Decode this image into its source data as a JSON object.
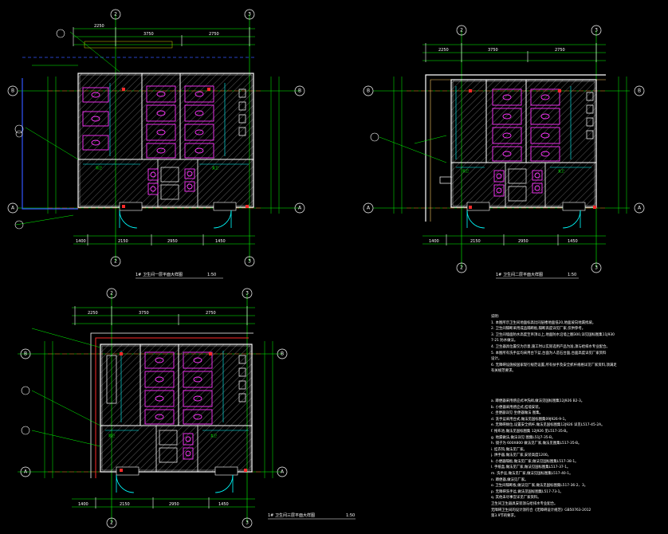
{
  "plans": [
    {
      "id": "plan1",
      "title": "1# 卫生间一层平面大样图",
      "scale": "1:50",
      "axis_top": [
        "2",
        "3"
      ],
      "axis_side": [
        "B",
        "A"
      ],
      "dims_top": [
        "2250",
        "3750",
        "2750"
      ],
      "dims_bottom": [
        "1400",
        "2150",
        "2950",
        "1450"
      ],
      "room_labels": [
        "男卫",
        "女卫"
      ]
    },
    {
      "id": "plan2",
      "title": "1# 卫生间二层平面大样图",
      "scale": "1:50",
      "axis_top": [
        "2",
        "3"
      ],
      "axis_side": [
        "B",
        "A"
      ],
      "dims_top": [
        "2250",
        "3750",
        "2750"
      ],
      "dims_bottom": [
        "1400",
        "2150",
        "2950",
        "1450"
      ],
      "room_labels": [
        "男卫",
        "女卫"
      ]
    },
    {
      "id": "plan3",
      "title": "1# 卫生间三层平面大样图",
      "scale": "1:50",
      "axis_top": [
        "2",
        "3"
      ],
      "axis_side": [
        "B",
        "A"
      ],
      "dims_top": [
        "2250",
        "3750",
        "2750"
      ],
      "dims_bottom": [
        "1400",
        "2150",
        "2950",
        "1450"
      ],
      "room_labels": [
        "男卫",
        "女卫"
      ]
    }
  ],
  "notes": {
    "heading": "说明:",
    "items": [
      "1. 本图所示卫生间地面标高比同层楼地面低20,地面坡向地漏找坡。",
      "2. 卫生间隔断采用成品隔断板,隔断高度详见厂家,仅供参考。",
      "3. 卫生间墙面防水高度至吊顶以上,地面防水沿墙上翻300,详见国标图集11J930",
      "   7-21 防水做法。",
      "4. 卫生器具位置仅为示意,施工时以实际选用产品为准,须与给排水专业配合。",
      "5. 本图所有洗手盆均采用台下盆,台面为人造石台面,台面高度详见厂家资料",
      "   设计。",
      "6. 无障碍设施按国家现行规范设置,所有扶手及安全抓杆规格详见厂家资料,须满足",
      "   有关规范要求。"
    ],
    "list": [
      "a. 蹲便器采用感应式冲洗阀,做法见国标图集12J926 B2-3。",
      "b. 小便器采用感应式,挂墙安装。",
      "c. 坐便器详见 坐便器做法 图集。",
      "d. 洗手盆采用台式,做法见国标图集09J926-9-1。",
      "e. 无障碍厕位,设置安全抓杆,做法见国标图集12J926 详见L517-45-2A。",
      "f. 拖布池,做法见国标图集 12J926 见L517-35-B。",
      "g. 地漏做法,做法详见 图集L51J7-35-B。",
      "h. 镜子为 600X800 做法见厂家,做法见图集L517-35-B。",
      "i. 挂衣钩,做法见厂家。",
      "j. 烘手器,做法见厂家,安装高度1200。",
      "k. 小便器隔板,做法见厂家,做法见国标图集L517-38-1。",
      "l. 手纸盒,做法见厂家,做法见国标图集L517-37-1。",
      "m. 洗手盆,做法见厂家,做法见国标图集L517-40-1。",
      "n. 蹲便器,做法见厂家。",
      "o. 卫生间隔断板,做法见厂家,做法见国标图集L517-36-2、3。",
      "p. 无障碍洗手盆,做法见国标图集L517-73-1。",
      "q. 其他未尽事宜详见厂家资料。",
      "   卫生间卫生器具安装须与给排水专业配合。",
      "   无障碍卫生间的设计须符合《无障碍设计规范》GB50763-2012",
      "   第3.9节的要求。"
    ]
  }
}
